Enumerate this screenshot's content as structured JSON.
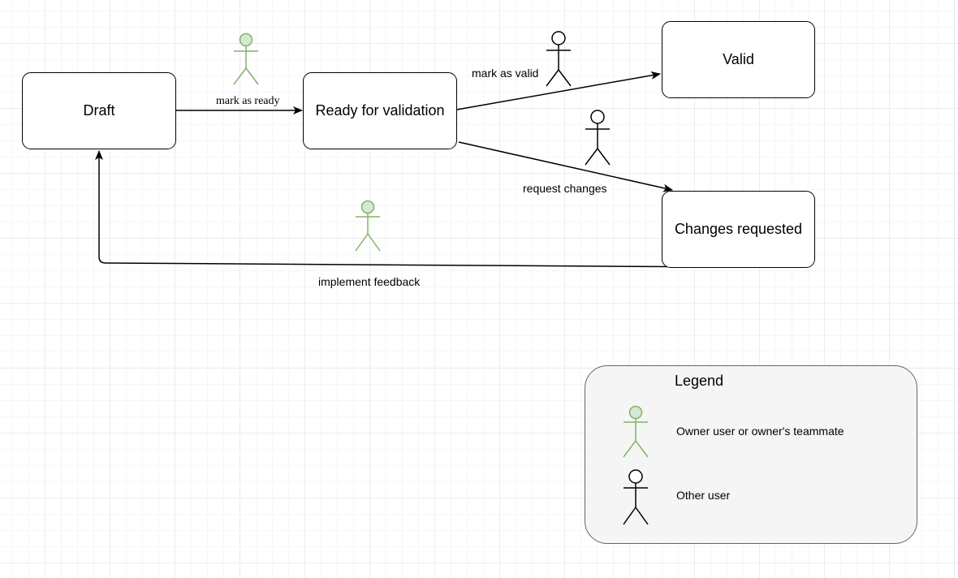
{
  "diagram": {
    "states": {
      "draft": "Draft",
      "ready": "Ready for validation",
      "valid": "Valid",
      "changes": "Changes requested"
    },
    "transitions": {
      "mark_as_ready": "mark as ready",
      "mark_as_valid": "mark as valid",
      "request_changes": "request changes",
      "implement_feedback": "implement feedback"
    }
  },
  "legend": {
    "title": "Legend",
    "owner": "Owner user or owner's teammate",
    "other": "Other user"
  },
  "colors": {
    "owner_actor_stroke": "#82b366",
    "owner_actor_fill": "#d5e8d4",
    "other_actor_stroke": "#000000",
    "legend_fill": "#f5f5f5",
    "legend_stroke": "#666666"
  },
  "icons": {
    "owner_actor": "owner-actor-icon",
    "other_actor": "other-user-actor-icon"
  }
}
